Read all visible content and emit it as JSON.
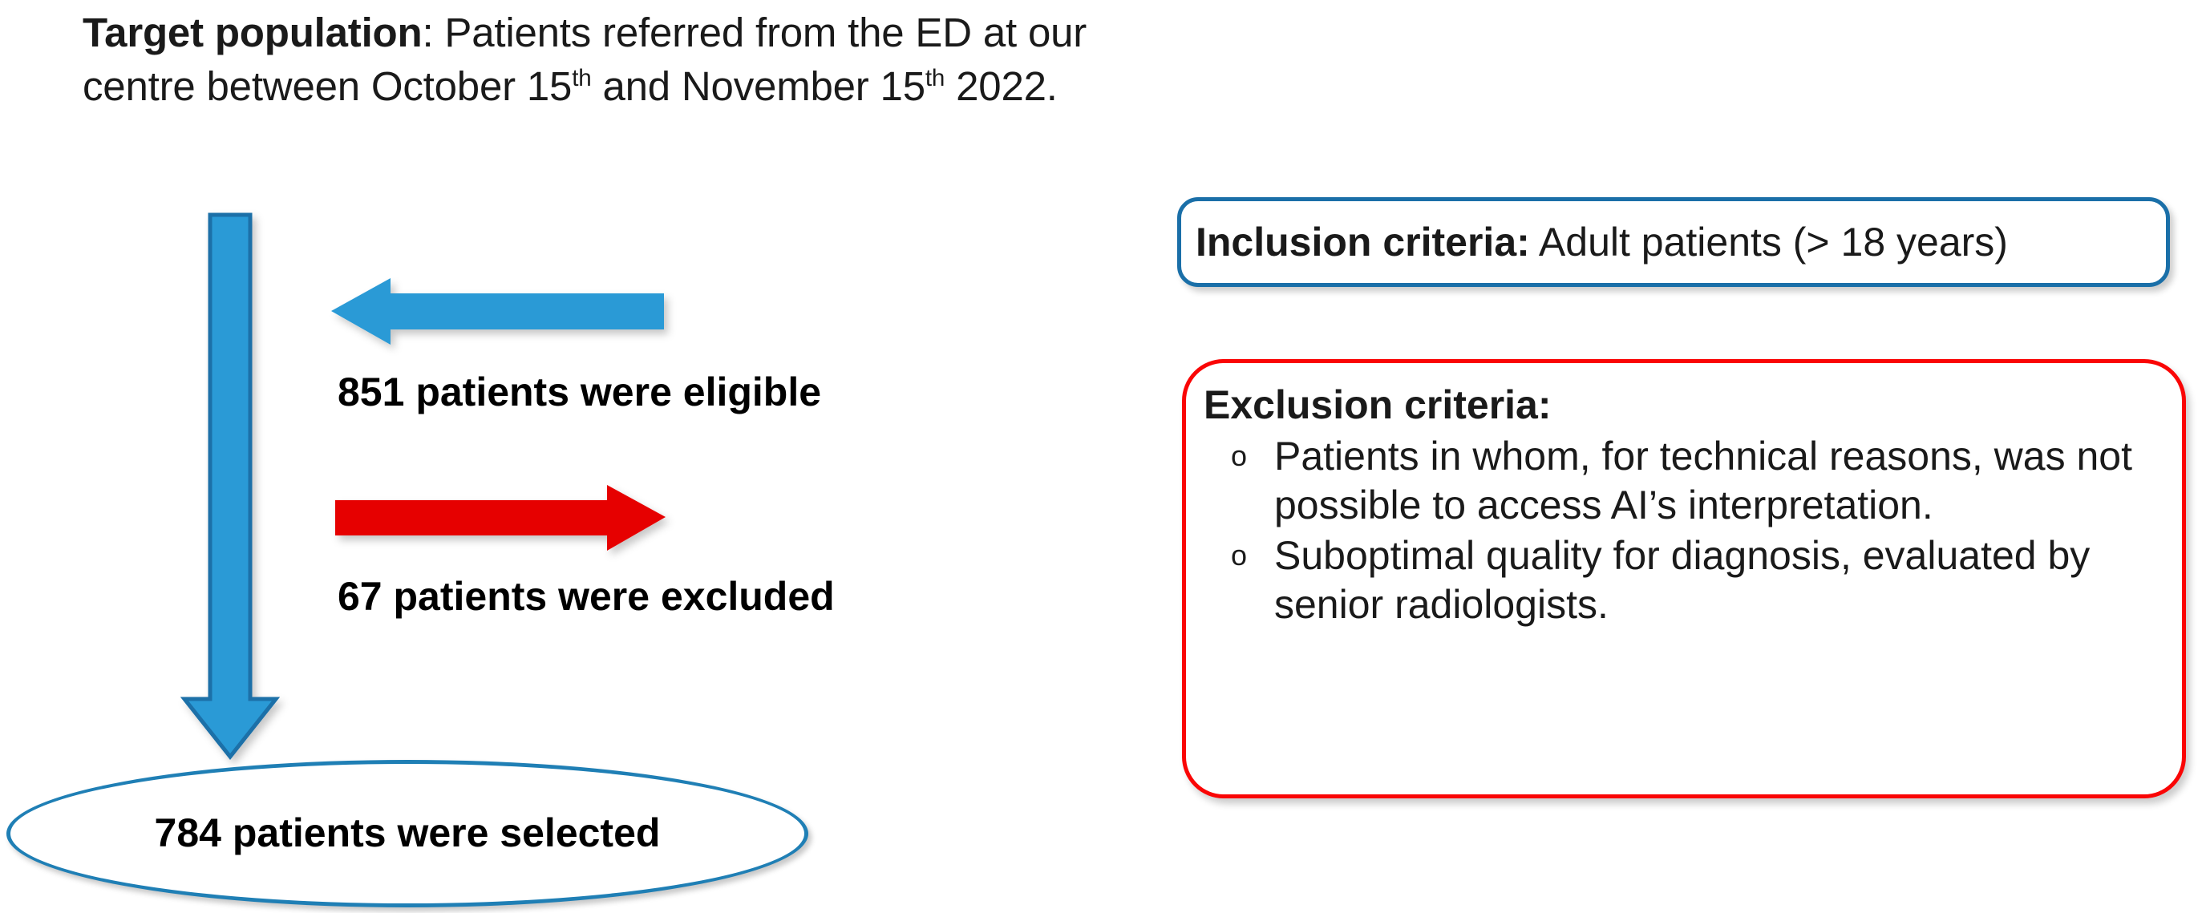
{
  "diagram": {
    "title_block": {
      "lead": "Target population",
      "body": ": Patients referred from the ED at our centre between October 15",
      "sup_1": "th",
      "body_2": " and November 15",
      "sup_2": "th",
      "body_3": " 2022."
    },
    "flow": {
      "eligible_label": "851 patients were eligible",
      "excluded_label": "67 patients were excluded",
      "selected_label": "784 patients were selected",
      "eligible_count": 851,
      "excluded_count": 67,
      "selected_count": 784
    },
    "arrows": [
      {
        "name": "main-flow-arrow",
        "direction": "down",
        "color": "#2b9ad6"
      },
      {
        "name": "eligible-arrow",
        "direction": "left",
        "color": "#2b9ad6"
      },
      {
        "name": "excluded-arrow",
        "direction": "right",
        "color": "#e60505"
      }
    ],
    "inclusion": {
      "lead": "Inclusion criteria:",
      "text": " Adult patients (> 18 years)",
      "border_color": "#1a6fa8"
    },
    "exclusion": {
      "title": "Exclusion criteria:",
      "border_color": "#fa0505",
      "bullet_glyph": "o",
      "items": [
        "Patients in whom, for technical reasons, was not possible to access AI’s interpretation.",
        "Suboptimal quality for diagnosis, evaluated by senior radiologists."
      ]
    },
    "colors": {
      "blue_fill": "#2b9ad6",
      "blue_stroke": "#1a6fa8",
      "red_fill": "#e60505",
      "ellipse_stroke": "#1f7fb5",
      "text": "#1a1a1a",
      "background": "#ffffff"
    }
  }
}
